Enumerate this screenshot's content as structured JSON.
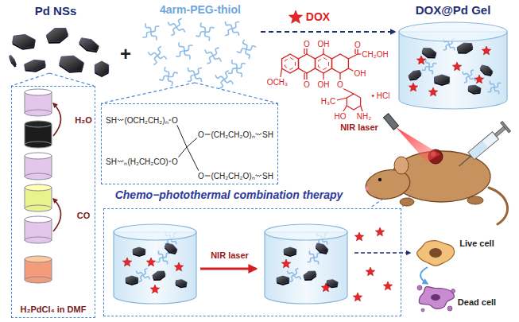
{
  "diagram": {
    "nodes": [
      {
        "text": [
          "H₂O",
          "CO",
          "H₂PdCl₄ in DMF"
        ]
      },
      {
        "text": [
          "SH",
          "(OCH₂CH₂)ₙ",
          "O",
          "O",
          "(CH₂CH₂O)ₙ",
          "SH",
          "SH",
          "ₙ(H₂CH₂CO)",
          "O",
          "O",
          "(CH₂CH₂O)ₙ",
          "SH"
        ]
      },
      {
        "text": [
          "NIR laser"
        ]
      }
    ],
    "labels": [
      "Pd NSs",
      "+",
      "4arm-PEG-thiol",
      "DOX",
      "O",
      "OH",
      "O",
      "CH₂OH",
      "OH",
      "OCH₃",
      "O",
      "OH",
      "O",
      "H₃C",
      "HO",
      "NH₂",
      "• HCl",
      "DOX@Pd Gel",
      "Chemo−photothermal combination therapy",
      "NIR laser",
      "Live cell",
      "Dead cell"
    ]
  }
}
